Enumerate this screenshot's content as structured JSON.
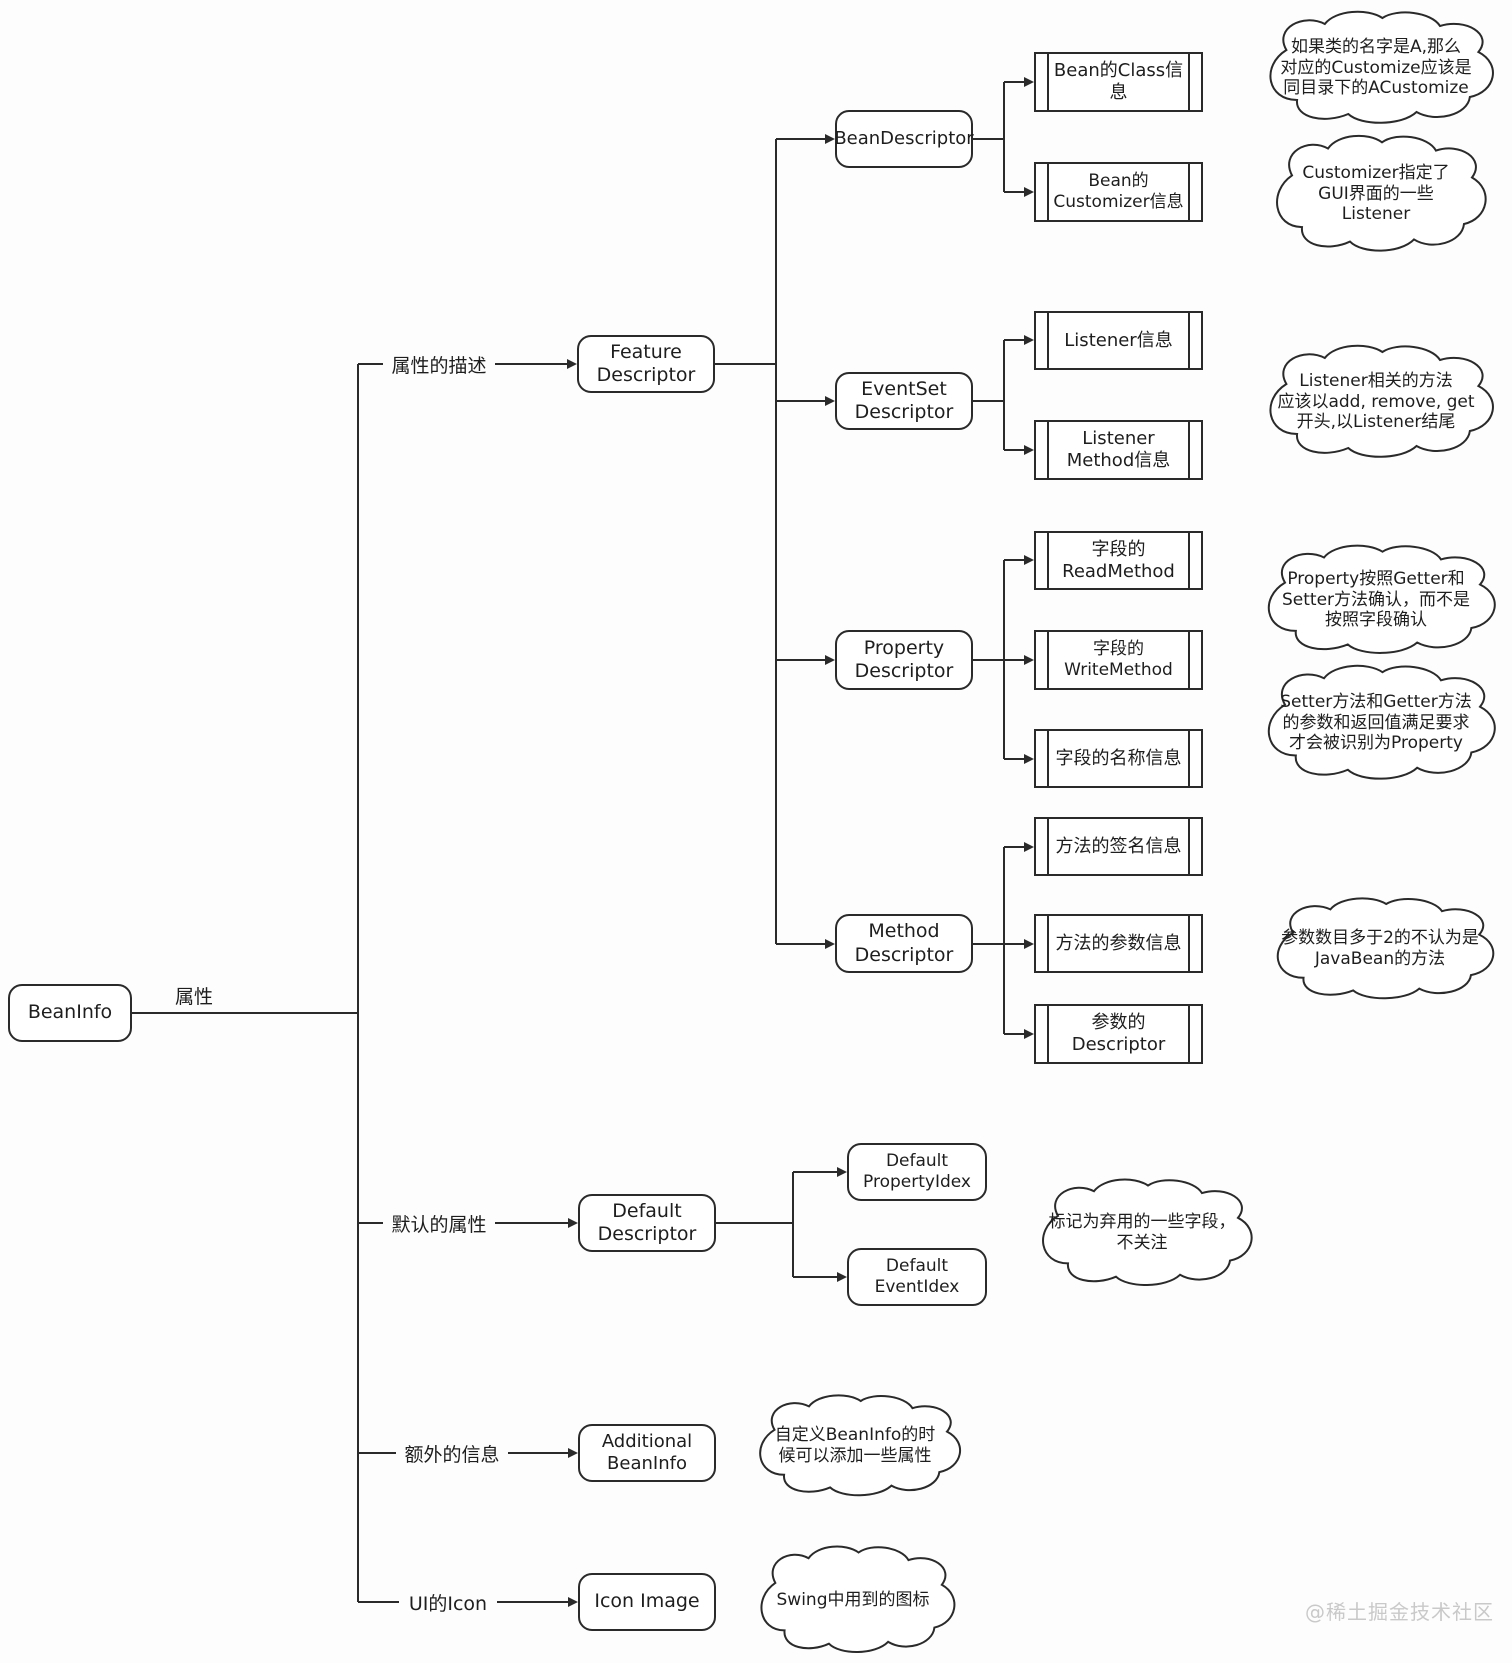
{
  "root": {
    "label": "BeanInfo"
  },
  "edge_labels": {
    "property": "属性",
    "feature": "属性的描述",
    "default": "默认的属性",
    "additional": "额外的信息",
    "icon": "UI的Icon"
  },
  "nodes": {
    "feature_descriptor": "Feature\nDescriptor",
    "bean_descriptor": "BeanDescriptor",
    "eventset_descriptor": "EventSet\nDescriptor",
    "property_descriptor": "Property\nDescriptor",
    "method_descriptor": "Method\nDescriptor",
    "default_descriptor": "Default\nDescriptor",
    "default_property_idex": "Default\nPropertyIdex",
    "default_event_idex": "Default\nEventIdex",
    "additional_beaninfo": "Additional\nBeanInfo",
    "icon_image": "Icon Image"
  },
  "leaves": {
    "bean_class": "Bean的Class信\n息",
    "bean_customizer": "Bean的\nCustomizer信息",
    "listener_info": "Listener信息",
    "listener_method": "Listener\nMethod信息",
    "read_method": "字段的\nReadMethod",
    "write_method": "字段的\nWriteMethod",
    "field_name": "字段的名称信息",
    "method_signature": "方法的签名信息",
    "method_params": "方法的参数信息",
    "param_descriptor": "参数的\nDescriptor"
  },
  "clouds": {
    "customize_naming": "如果类的名字是A,那么\n对应的Customize应该是\n同目录下的ACustomize",
    "customizer_gui": "Customizer指定了\nGUI界面的一些\nListener",
    "listener_methods": "Listener相关的方法\n应该以add, remove, get\n开头,以Listener结尾",
    "property_getter_setter": "Property按照Getter和\nSetter方法确认，而不是\n按照字段确认",
    "setter_getter_rules": "Setter方法和Getter方法\n的参数和返回值满足要求\n才会被识别为Property",
    "param_count": "参数数目多于2的不认为是\nJavaBean的方法",
    "deprecated_fields": "标记为弃用的一些字段，\n不关注",
    "custom_beaninfo": "自定义BeanInfo的时\n候可以添加一些属性",
    "swing_icon": "Swing中用到的图标"
  },
  "watermark": "@稀土掘金技术社区",
  "colors": {
    "stroke": "#2a2a2a",
    "background": "#fdfdfd",
    "watermark_color": "#c9c9c9"
  }
}
